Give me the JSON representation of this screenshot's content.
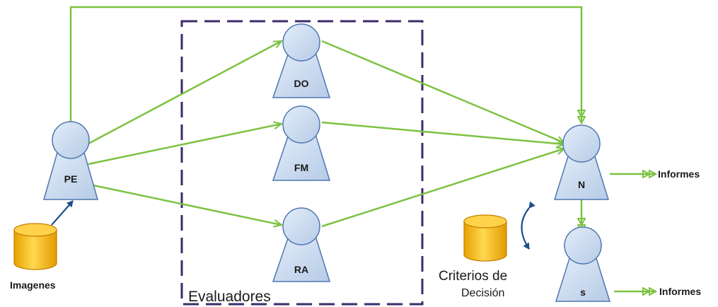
{
  "diagram": {
    "colors": {
      "arrow": "#7cc242",
      "node_fill": "#c5d9f1",
      "node_stroke": "#4f77b0",
      "frame": "#3f2a6b",
      "cylinder_fill": "#f5b800",
      "cylinder_top": "#ffd24a",
      "curve": "#1f4e8a"
    },
    "nodes": {
      "pe": {
        "label": "PE"
      },
      "do": {
        "label": "DO"
      },
      "fm": {
        "label": "FM"
      },
      "ra": {
        "label": "RA"
      },
      "n": {
        "label": "N"
      },
      "s": {
        "label": "s"
      }
    },
    "frame_label": "Evaluadores",
    "images_label": "Imagenes",
    "criteria_label_1": "Criterios de",
    "criteria_label_2": "Decisión",
    "output_n": "Informes",
    "output_s": "Informes"
  }
}
